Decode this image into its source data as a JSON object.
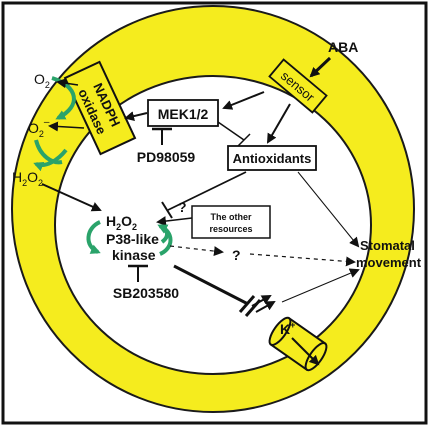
{
  "labels": {
    "aba": "ABA",
    "sensor": "sensor",
    "nadph": "NADPH",
    "oxidase": "oxidase",
    "o2_top": "O",
    "o2_top_sub": "2",
    "o2_mid": "O",
    "o2_mid_sub": "2",
    "o2_mid_sup": "–",
    "h2o2_left": "H",
    "h2o2_left_sub1": "2",
    "h2o2_left_o": "O",
    "h2o2_left_sub2": "2",
    "mek": "MEK1/2",
    "pd": "PD98059",
    "antioxidants": "Antioxidants",
    "question1": "?",
    "other_line1": "The other",
    "other_line2": "resources",
    "h2o2_inner": "H",
    "h2o2_inner_sub1": "2",
    "h2o2_inner_o": "O",
    "h2o2_inner_sub2": "2",
    "p38_line1": "P38-like",
    "p38_line2": "kinase",
    "question2": "?",
    "sb": "SB203580",
    "stomatal_line1": "Stomatal",
    "stomatal_line2": "movement",
    "kplus": "K",
    "kplus_sup": "+"
  },
  "colors": {
    "ring": "#f5ec1e",
    "ring_edge": "#1a1a1a",
    "curved_arrow": "#2aa36a",
    "line": "#111111",
    "frame": "#111111"
  }
}
